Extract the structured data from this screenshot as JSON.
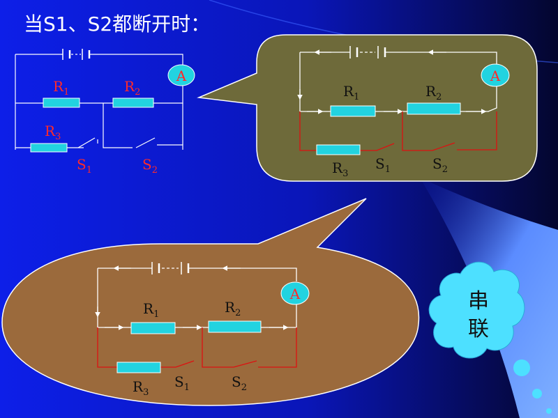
{
  "title": "当S1、S2都断开时：",
  "labels": {
    "ammeter": "A",
    "r_letter": "R",
    "s_letter": "S",
    "sub1": "1",
    "sub2": "2",
    "sub3": "3"
  },
  "conclusion": [
    "串",
    "联"
  ],
  "colors": {
    "bg_blue": "#0c1ce6",
    "bg_dark": "#05083a",
    "olive_bubble": "#6e6a3a",
    "brown_bubble": "#9b6a3c",
    "resistor": "#22d3e0",
    "ammeter_fill": "#22d3e0",
    "label_red": "#ff2a2a",
    "red_wire": "#dd1111",
    "cloud": "#4de0ff",
    "beam": "#6ea0ff"
  }
}
